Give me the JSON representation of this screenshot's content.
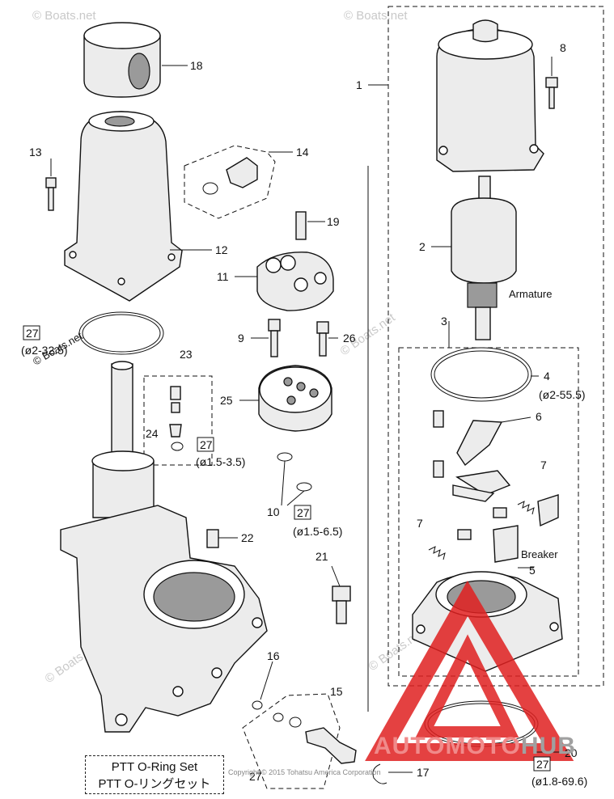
{
  "watermark_text": "© Boats.net",
  "callouts": {
    "n1": "1",
    "n2": "2",
    "n3": "3",
    "n4": "4",
    "n5": "5",
    "n6": "6",
    "n7a": "7",
    "n7b": "7",
    "n8": "8",
    "n9": "9",
    "n10": "10",
    "n11": "11",
    "n12": "12",
    "n13": "13",
    "n14": "14",
    "n15": "15",
    "n16": "16",
    "n17": "17",
    "n18": "18",
    "n19": "19",
    "n20": "20",
    "n21": "21",
    "n22": "22",
    "n23": "23",
    "n24": "24",
    "n25": "25",
    "n26": "26",
    "n27_note": "27"
  },
  "oring_refs": [
    {
      "id": "r1",
      "code": "27",
      "size": "(ø2-32.5)"
    },
    {
      "id": "r2",
      "code": "27",
      "size": "(ø1.5-3.5)"
    },
    {
      "id": "r3",
      "code": "27",
      "size": "(ø1.5-6.5)"
    },
    {
      "id": "r4",
      "code": "27",
      "size": "(ø1.8-69.6)"
    }
  ],
  "size_4": "(ø2-55.5)",
  "labels": {
    "armature": "Armature",
    "breaker": "Breaker"
  },
  "note_box": {
    "line1": "PTT O-Ring Set",
    "line2": "PTT O-リングセット"
  },
  "copyright": "Copyright © 2015 Tohatsu America Corporation",
  "brand": {
    "part1": "AUTOMOTO",
    "part2": "HUB"
  },
  "colors": {
    "line": "#111111",
    "fill": "#ececec",
    "logo_red": "#e02020",
    "watermark": "#c9c9c9"
  }
}
